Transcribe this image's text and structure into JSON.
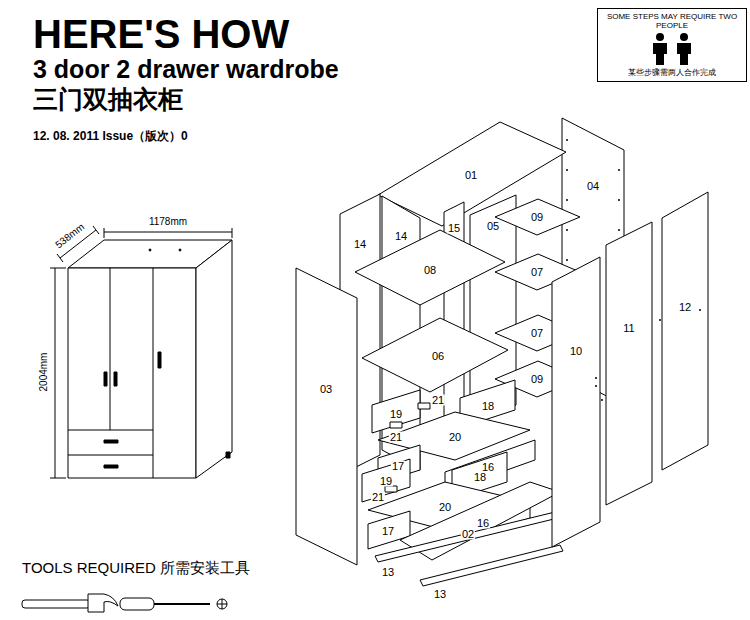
{
  "diagram": {
    "title": "HERE'S HOW",
    "nodes": [
      {
        "text": [
          "SOME STEPS MAY REQUIRE TWO PEOPLE",
          "某些步骤需两人合作完成"
        ]
      }
    ],
    "labels": [
      "3 door 2 drawer wardrobe",
      "三门双抽衣柜",
      "12. 08. 2011 Issue（版次）0",
      "1178mm",
      "538mm",
      "2004mm",
      "01",
      "04",
      "14",
      "14",
      "15",
      "05",
      "09",
      "08",
      "07",
      "12",
      "11",
      "07",
      "10",
      "06",
      "09",
      "03",
      "19",
      "21",
      "18",
      "21",
      "20",
      "17",
      "16",
      "18",
      "19",
      "21",
      "20",
      "17",
      "16",
      "02",
      "13",
      "13",
      "TOOLS REQUIRED 所需安装工具"
    ]
  }
}
